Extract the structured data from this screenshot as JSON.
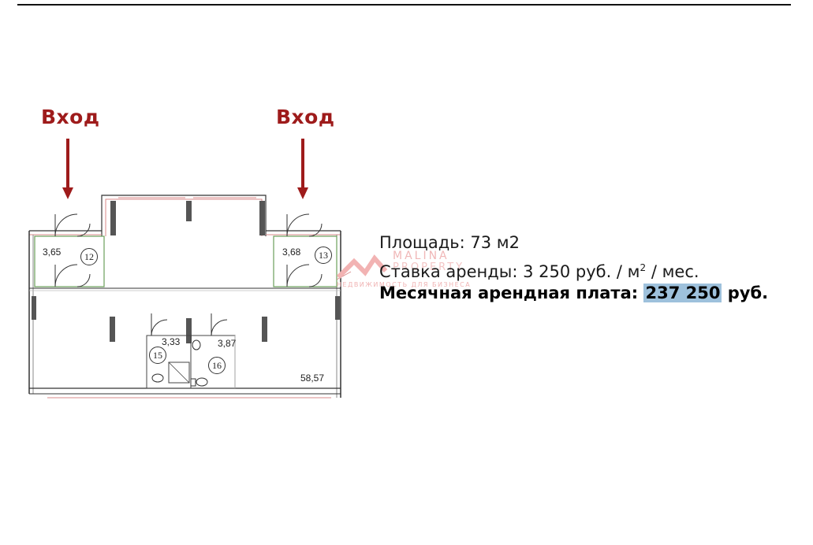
{
  "entrances": [
    {
      "label": "Вход"
    },
    {
      "label": "Вход"
    }
  ],
  "rooms": [
    {
      "area": "3,65",
      "number": "12"
    },
    {
      "area": "3,68",
      "number": "13"
    },
    {
      "area": "3,33",
      "number": "15"
    },
    {
      "area": "3,87",
      "number": "16"
    },
    {
      "area": "58,57"
    }
  ],
  "info": {
    "area": "Площадь: 73 м2",
    "rate_prefix": "Ставка аренды: 3 250 руб. / м",
    "rate_sup": "2",
    "rate_suffix": " / мес.",
    "rent_label": "Месячная арендная плата: ",
    "rent_value": "237 250",
    "rent_unit": " руб."
  },
  "watermark": {
    "brand": "MALINA",
    "brand2": "PROPERTY",
    "tagline": "НЕДВИЖИМОСТЬ ДЛЯ БИЗНЕСА"
  },
  "colors": {
    "arrow": "#9e1b1b",
    "highlight": "#9ec1dc",
    "wall": "#444444",
    "window_frame": "#d88a8a",
    "green_wall": "#6a9f5a",
    "watermark": "#f0b7b7"
  }
}
